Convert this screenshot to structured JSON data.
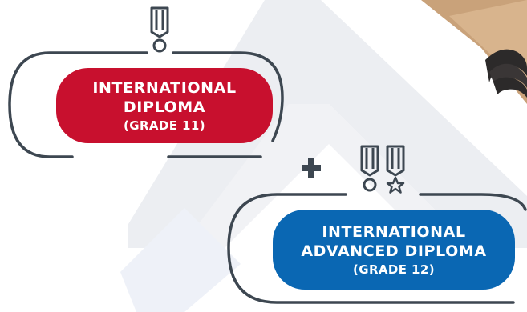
{
  "diplomas": [
    {
      "title_line1": "INTERNATIONAL",
      "title_line2": "DIPLOMA",
      "grade": "(GRADE 11)",
      "color": "#c8102e",
      "icon": "medal-icon"
    },
    {
      "title_line1": "INTERNATIONAL",
      "title_line2": "ADVANCED DIPLOMA",
      "grade": "(GRADE 12)",
      "color": "#0a67b3",
      "icons": [
        "medal-icon",
        "star-medal-icon"
      ]
    }
  ],
  "connector_icon": "plus-icon",
  "colors": {
    "outline": "#3d4751",
    "watermark": "#e9ebf0",
    "wood": "#c9a27a"
  }
}
